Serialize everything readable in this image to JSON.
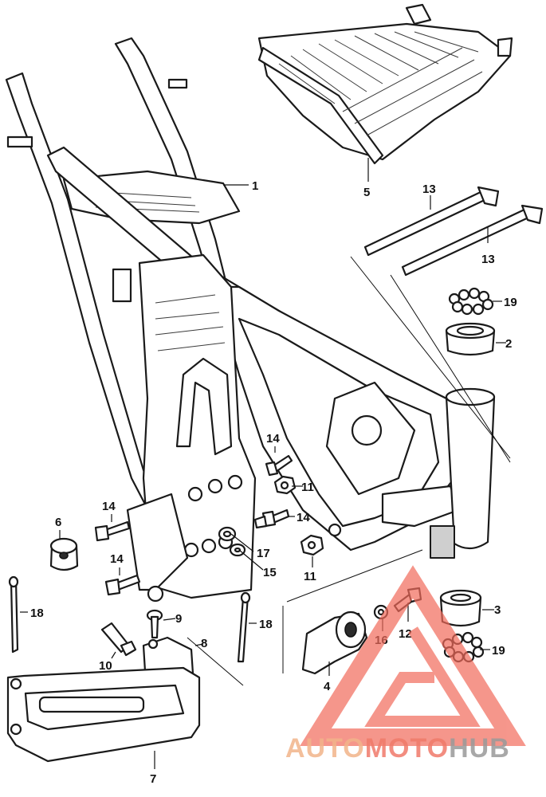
{
  "callouts": [
    {
      "id": "c1",
      "label": "1"
    },
    {
      "id": "c2",
      "label": "2"
    },
    {
      "id": "c3",
      "label": "3"
    },
    {
      "id": "c4",
      "label": "4"
    },
    {
      "id": "c5",
      "label": "5"
    },
    {
      "id": "c6",
      "label": "6"
    },
    {
      "id": "c7",
      "label": "7"
    },
    {
      "id": "c8",
      "label": "8"
    },
    {
      "id": "c9",
      "label": "9"
    },
    {
      "id": "c10",
      "label": "10"
    },
    {
      "id": "c11a",
      "label": "11"
    },
    {
      "id": "c11b",
      "label": "11"
    },
    {
      "id": "c12",
      "label": "12"
    },
    {
      "id": "c13a",
      "label": "13"
    },
    {
      "id": "c13b",
      "label": "13"
    },
    {
      "id": "c14a",
      "label": "14"
    },
    {
      "id": "c14b",
      "label": "14"
    },
    {
      "id": "c14c",
      "label": "14"
    },
    {
      "id": "c14d",
      "label": "14"
    },
    {
      "id": "c15",
      "label": "15"
    },
    {
      "id": "c16",
      "label": "16"
    },
    {
      "id": "c17",
      "label": "17"
    },
    {
      "id": "c18a",
      "label": "18"
    },
    {
      "id": "c18b",
      "label": "18"
    },
    {
      "id": "c19a",
      "label": "19"
    },
    {
      "id": "c19b",
      "label": "19"
    }
  ],
  "watermark": {
    "part_auto": "AUTO",
    "part_moto": "MOTO",
    "part_hub": "HUB",
    "color_auto": "#f2b48a",
    "color_moto": "#f07a6a",
    "color_hub": "#9a9a9a",
    "logo_color": "#f26b5b"
  }
}
